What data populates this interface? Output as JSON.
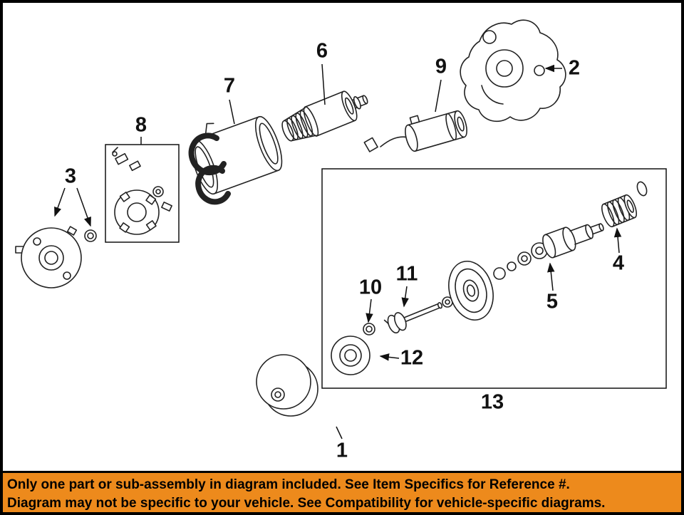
{
  "diagram": {
    "callouts": [
      {
        "label": "1"
      },
      {
        "label": "2"
      },
      {
        "label": "3"
      },
      {
        "label": "4"
      },
      {
        "label": "5"
      },
      {
        "label": "6"
      },
      {
        "label": "7"
      },
      {
        "label": "8"
      },
      {
        "label": "9"
      },
      {
        "label": "10"
      },
      {
        "label": "11"
      },
      {
        "label": "12"
      },
      {
        "label": "13"
      }
    ]
  },
  "banner": {
    "line1": "Only one part or sub-assembly in diagram included. See Item Specifics for Reference #.",
    "line2": "Diagram may not be specific to your vehicle. See Compatibility for vehicle-specific diagrams.",
    "background_color": "#ED8A1C",
    "text_color": "#000000"
  }
}
